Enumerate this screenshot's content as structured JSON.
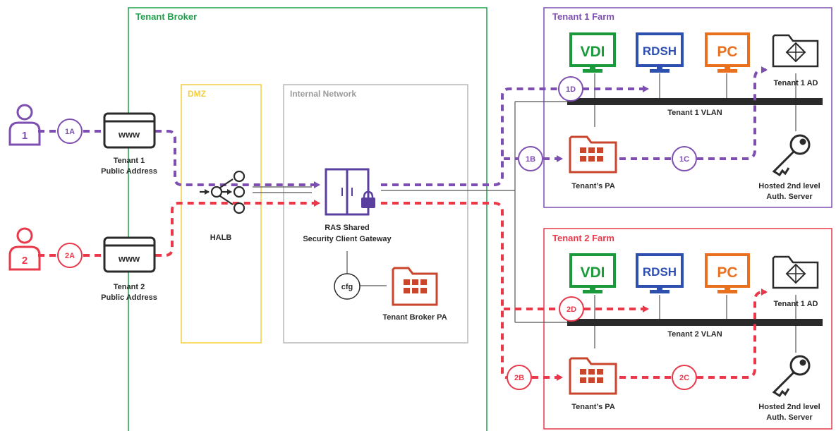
{
  "colors": {
    "broker": "#1fa04a",
    "dmz": "#f4cf3c",
    "internal": "#b9b9b9",
    "tenant1": "#7d4fb0",
    "tenant2": "#e8384a",
    "vdi": "#1a9a3a",
    "rdsh": "#2c4fb0",
    "pc": "#e8701f",
    "pa": "#c9462d",
    "vlan": "#2a2a2a",
    "text": "#2a2a2a",
    "muted": "#9a9a9a"
  },
  "tenant_broker": {
    "title": "Tenant Broker"
  },
  "dmz": {
    "title": "DMZ"
  },
  "internal_network": {
    "title": "Internal Network"
  },
  "users": [
    {
      "number": "1",
      "step": "1A",
      "web_label": "www",
      "address_line1": "Tenant 1",
      "address_line2": "Public Address"
    },
    {
      "number": "2",
      "step": "2A",
      "web_label": "www",
      "address_line1": "Tenant 2",
      "address_line2": "Public Address"
    }
  ],
  "halb": {
    "label": "HALB"
  },
  "gateway": {
    "line1": "RAS Shared",
    "line2": "Security Client Gateway"
  },
  "cfg": {
    "label": "cfg"
  },
  "broker_pa": {
    "label": "Tenant Broker PA"
  },
  "farms": [
    {
      "title": "Tenant 1 Farm",
      "vdi": "VDI",
      "rdsh": "RDSH",
      "pc": "PC",
      "ad_label": "Tenant 1 AD",
      "vlan_label": "Tenant 1 VLAN",
      "pa_label": "Tenant’s PA",
      "auth_line1": "Hosted 2nd level",
      "auth_line2": "Auth. Server",
      "steps": [
        "1B",
        "1C",
        "1D"
      ]
    },
    {
      "title": "Tenant 2 Farm",
      "vdi": "VDI",
      "rdsh": "RDSH",
      "pc": "PC",
      "ad_label": "Tenant 1 AD",
      "vlan_label": "Tenant 2 VLAN",
      "pa_label": "Tenant’s PA",
      "auth_line1": "Hosted 2nd level",
      "auth_line2": "Auth. Server",
      "steps": [
        "2B",
        "2C",
        "2D"
      ]
    }
  ]
}
